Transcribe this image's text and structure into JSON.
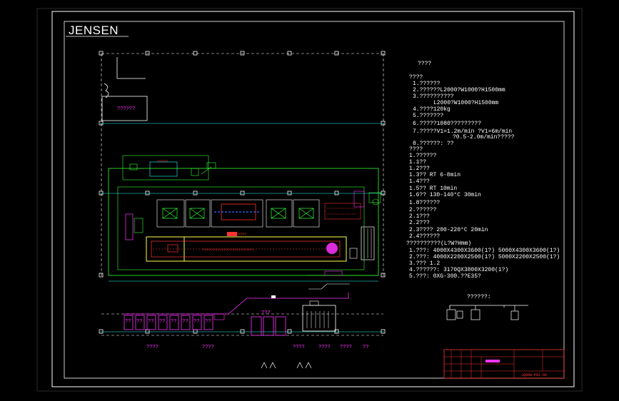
{
  "brand": "JENSEN",
  "notes": {
    "heading": "????",
    "lines": [
      "????",
      "1.??????",
      "2.??????L2000?W1000?H1500mm",
      "3.??????????",
      "L2000?W1000?H1500mm",
      "4.????120kg",
      "5.???????",
      "6.?????1080?????????",
      "7.?????V1=1.2m/min  ?V1=6m/min",
      "?0.5-2.0m/min?????",
      "8.??????: ??",
      "????",
      "1.??????",
      "1.1??",
      "1.2???",
      "1.3??    RT   6-8min",
      "1.4???",
      "1.5??        RT      10min",
      "1.6??   130-140°C  30min",
      "1.8??????",
      "2.??????",
      "2.1???",
      "2.2???",
      "2.3????  200-220°C  20min",
      "2.4??????",
      "??????????(L?W?Hmm)",
      "1.???: 4000X4300X3600(1?)    5000X4300X3600(1?)",
      "2.???: 4000X2200X2500(1?)    5000X2200X2500(1?)",
      "3.???  1.2",
      "4.??????: 3170QX3800X3200(1?)",
      "5.???: 0XG-300.??E35?"
    ]
  },
  "legend": {
    "label": "??????:"
  },
  "plan_labels": {
    "top_room": "??????",
    "bottom": [
      "????",
      "????",
      "????",
      "????",
      "????",
      "??"
    ],
    "workstations": [
      "??",
      "??",
      "??",
      "??",
      "??",
      "??",
      "??",
      "??"
    ],
    "conveyor": "????????????????????????",
    "oven": "?????????",
    "loading": "???",
    "exit_mark": "?????"
  },
  "title_block": {
    "drawing_no": "JQ89W-P01-00"
  },
  "colors": {
    "background": "#000000",
    "frame": "#ffffff",
    "cyan": "#33ffff",
    "green": "#33ff33",
    "magenta": "#ff33ff",
    "red": "#ff3333",
    "yellow": "#ffff4d"
  }
}
